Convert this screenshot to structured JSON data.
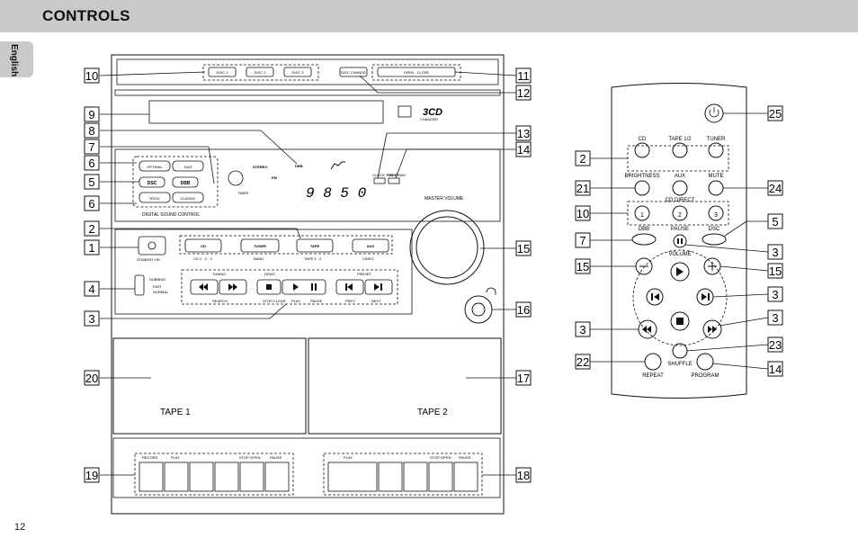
{
  "page": {
    "title": "CONTROLS",
    "language_tab": "English",
    "page_number": "12"
  },
  "callouts": {
    "c10": "10",
    "c11": "11",
    "c9": "9",
    "c12": "12",
    "c8": "8",
    "c13": "13",
    "c7": "7",
    "c14": "14",
    "c6a": "6",
    "c5": "5",
    "c6b": "6",
    "c2": "2",
    "c1": "1",
    "c15": "15",
    "c4": "4",
    "c3": "3",
    "c16": "16",
    "c20": "20",
    "c17": "17",
    "c19": "19",
    "c18": "18",
    "r2": "2",
    "r25": "25",
    "r21": "21",
    "r24": "24",
    "r10": "10",
    "r5": "5",
    "r7": "7",
    "r3a": "3",
    "r15a": "15",
    "r15b": "15",
    "r3b": "3",
    "r3c": "3",
    "r3d": "3",
    "r22": "22",
    "r23": "23",
    "r14": "14"
  },
  "system": {
    "disc_buttons": [
      "DISC 1",
      "DISC 2",
      "DISC 3"
    ],
    "disc_change": "DISC CHANGE",
    "open_close": "OPEN · CLOSE",
    "logo_3cd": "3CD",
    "logo_changer": "CHANGER",
    "sound_buttons": [
      "OPTIMAL",
      "JAZZ",
      "DSC",
      "DBB",
      "ROCK",
      "CLASSIC"
    ],
    "digital_sound_control": "DIGITAL SOUND CONTROL",
    "stereo": "STEREO",
    "fm": "FM",
    "timer": "TIMER",
    "dbb_indicator": "DBB",
    "display_digits": "9 8 5 0",
    "clock_timer": "CLOCK·TIMER",
    "program": "PROGRAM",
    "master_volume": "MASTER VOLUME",
    "standby_on": "STANDBY·ON",
    "source_buttons": [
      {
        "label": "CD",
        "sub": "CD 1 · 2 · 3"
      },
      {
        "label": "TUNER",
        "sub": "BAND"
      },
      {
        "label": "TAPE",
        "sub": "TAPE 1 · 2"
      },
      {
        "label": "AUX",
        "sub": "VIDEO"
      }
    ],
    "dubbing": "DUBBING",
    "fast": "FAST",
    "normal": "NORMAL",
    "tuning": "TUNING",
    "search": "SEARCH",
    "demo": "DEMO",
    "stop_clear": "STOP·CLEAR",
    "play": "PLAY",
    "pause": "PAUSE",
    "preset": "PRESET",
    "prev": "PREV",
    "next": "NEXT",
    "tape1": "TAPE 1",
    "tape2": "TAPE 2",
    "deck1_labels": [
      "RECORD",
      "PLAY",
      "STOP·OPEN",
      "PAUSE"
    ],
    "deck2_labels": [
      "PLAY",
      "STOP·OPEN",
      "PAUSE"
    ]
  },
  "remote": {
    "cd": "CD",
    "tape12": "TAPE 1/2",
    "tuner": "TUNER",
    "brightness": "BRIGHTNESS",
    "aux": "AUX",
    "mute": "MUTE",
    "cd_direct": "CD DIRECT",
    "n1": "1",
    "n2": "2",
    "n3": "3",
    "dbb": "DBB",
    "pause": "PAUSE",
    "dsc": "DSC",
    "volume": "VOLUME",
    "shuffle": "SHUFFLE",
    "repeat": "REPEAT",
    "program": "PROGRAM"
  }
}
